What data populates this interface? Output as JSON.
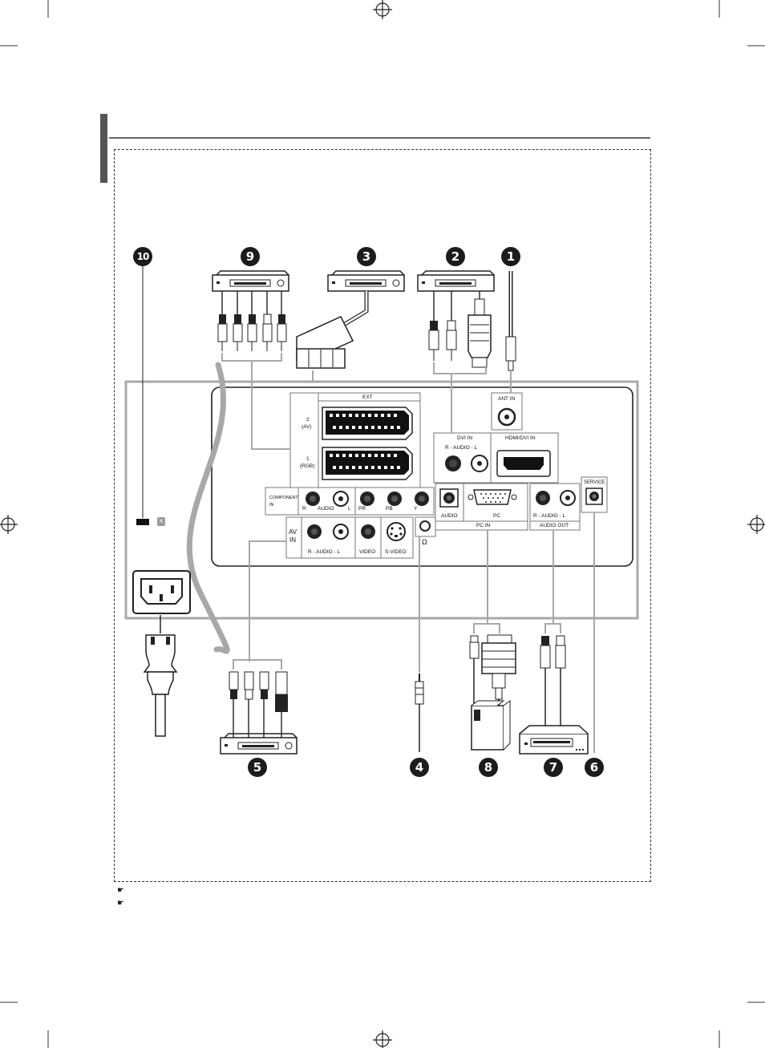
{
  "diagram": {
    "markers": [
      "1",
      "2",
      "3",
      "4",
      "5",
      "6",
      "7",
      "8",
      "9",
      "10"
    ],
    "ports": {
      "ext": "EXT",
      "ext_2": "2",
      "ext_2_sub": "(AV)",
      "ext_1": "1",
      "ext_1_sub": "(RGB)",
      "ant_in": "ANT IN",
      "dvi_in": "DVI IN",
      "dvi_audio": "R - AUDIO - L",
      "hdmi_dvi_in": "HDMI/DVI IN",
      "component_in_1": "COMPONENT",
      "component_in_2": "IN",
      "comp_r": "R",
      "comp_audio": "AUDIO",
      "comp_l": "L",
      "comp_pr": "PR",
      "comp_pb": "PB",
      "comp_y": "Y",
      "av_in_1": "AV",
      "av_in_2": "IN",
      "av_audio": "R - AUDIO - L",
      "av_video": "VIDEO",
      "av_svideo": "S-VIDEO",
      "pc_audio": "AUDIO",
      "pc": "PC",
      "pc_in": "PC IN",
      "audio_out_rl": "R - AUDIO - L",
      "audio_out": "AUDIO OUT",
      "service": "SERVICE",
      "kensington": "K",
      "headphone": "Ω"
    }
  },
  "notes": {
    "bullet_icon": "pointing-hand-icon"
  },
  "colors": {
    "frame": "#a8a8a8",
    "panel_border": "#333333",
    "marker": "#1c1c1c"
  }
}
